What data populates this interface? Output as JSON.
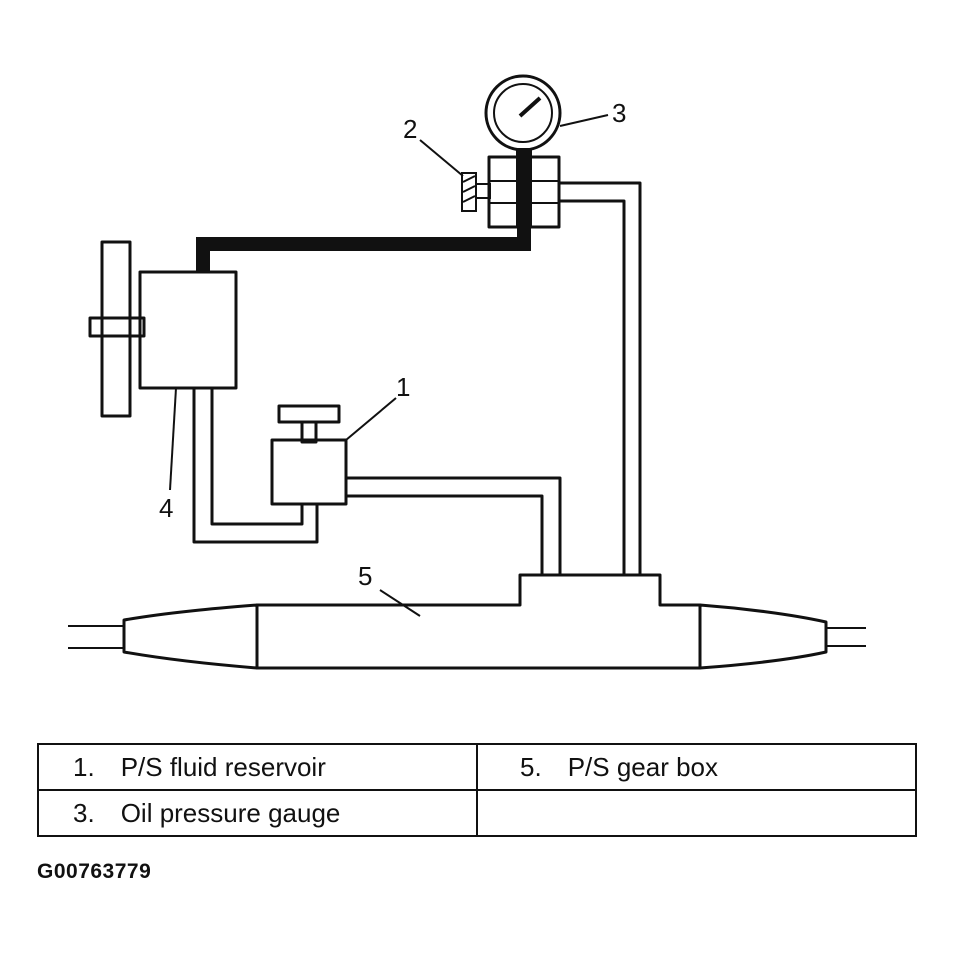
{
  "callouts": {
    "c1": "1",
    "c2": "2",
    "c3": "3",
    "c4": "4",
    "c5": "5"
  },
  "legend": {
    "rows": [
      {
        "left_num": "1.",
        "left_label": "P/S fluid reservoir",
        "right_num": "5.",
        "right_label": "P/S gear box"
      },
      {
        "left_num": "3.",
        "left_label": "Oil pressure gauge",
        "right_num": "",
        "right_label": ""
      }
    ]
  },
  "figure_id": "G00763779"
}
